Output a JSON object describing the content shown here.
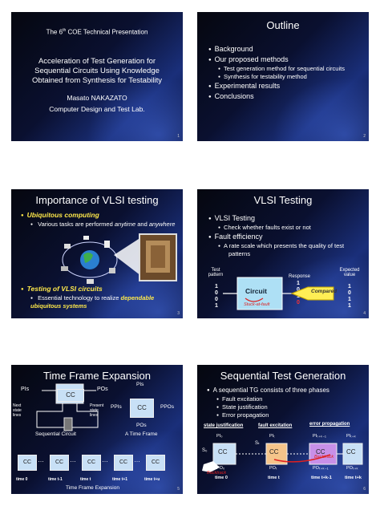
{
  "slide1": {
    "header_pre": "The",
    "header_sup": "th",
    "header_num": "6",
    "header_post": "COE Technical Presentation",
    "title_lines": [
      "Acceleration of Test Generation for",
      "Sequential Circuits Using Knowledge",
      "Obtained from Synthesis for Testability"
    ],
    "author": "Masato NAKAZATO",
    "affiliation": "Computer Design and Test Lab.",
    "page": "1"
  },
  "slide2": {
    "title": "Outline",
    "items": [
      {
        "level": 1,
        "text": "Background"
      },
      {
        "level": 1,
        "text": "Our proposed methods"
      },
      {
        "level": 2,
        "text": "Test generation method for sequential circuits"
      },
      {
        "level": 2,
        "text": "Synthesis for testability method"
      },
      {
        "level": 1,
        "text": "Experimental results"
      },
      {
        "level": 1,
        "text": "Conclusions"
      }
    ],
    "page": "2"
  },
  "slide3": {
    "title": "Importance of VLSI testing",
    "bullet1": "Ubiquitous computing",
    "sub1_pre": "Various tasks are performed",
    "sub1_em1": "anytime",
    "sub1_mid": "and",
    "sub1_em2": "anywhere",
    "bullet2": "Testing of VLSI circuits",
    "sub2_pre": "Essential technology to realize",
    "sub2_em": "dependable ubiquitous systems",
    "page": "3"
  },
  "slide4": {
    "title": "VLSI Testing",
    "b1": "VLSI Testing",
    "b1s": "Check whether faults exist or not",
    "b2": "Fault efficiency",
    "b2s1": "A rate scale which presents the quality of test",
    "b2s2": "patterns",
    "test_pattern_label": "Test pattern",
    "response_label": "Response",
    "expected_label": "Expected value",
    "test_bits": [
      "1",
      "0",
      "0",
      "1"
    ],
    "response_bits": [
      "1",
      "0",
      "1",
      "0"
    ],
    "expected_bits": [
      "1",
      "0",
      "1",
      "1"
    ],
    "circuit": "Circuit",
    "fault": "Stuck-at-fault",
    "compared": "Compared",
    "page": "4"
  },
  "slide5": {
    "title": "Time Frame Expansion",
    "pis": "PIs",
    "pos": "POs",
    "cc": "CC",
    "next_state": "Next state lines",
    "present_state": "Present state lines",
    "seq_caption": "Sequential Circuit",
    "tf_pis": "PIs",
    "tf_ppis": "PPIs",
    "tf_ppos": "PPOs",
    "tf_pos": "POs",
    "tf_caption": "A Time Frame",
    "frames": [
      "time 0",
      "time t-1",
      "time t",
      "time t+1",
      "time t+u"
    ],
    "caption": "Time Frame Expansion",
    "page": "5"
  },
  "slide6": {
    "title": "Sequential Test Generation",
    "b1": "A sequential TG consists of three phases",
    "phases": [
      "Fault excitation",
      "State justification",
      "Error propagation"
    ],
    "lbl_sj": "state justification",
    "lbl_fe": "fault excitation",
    "lbl_ep": "error propagation",
    "pi_labels": [
      "PI₀",
      "PIₜ",
      "PIₜ₊ₖ₋₁",
      "PIₜ₊ₖ"
    ],
    "po_labels": [
      "PO₀",
      "POₜ",
      "POₜ₊ₖ₋₁",
      "POₜ₊ₖ"
    ],
    "s0": "S₀",
    "st": "Sₜ",
    "cc": "CC",
    "backtrack": "Backtrack",
    "time_labels": [
      "time 0",
      "time t",
      "time t+k-1",
      "time t+k"
    ],
    "page": "6"
  }
}
